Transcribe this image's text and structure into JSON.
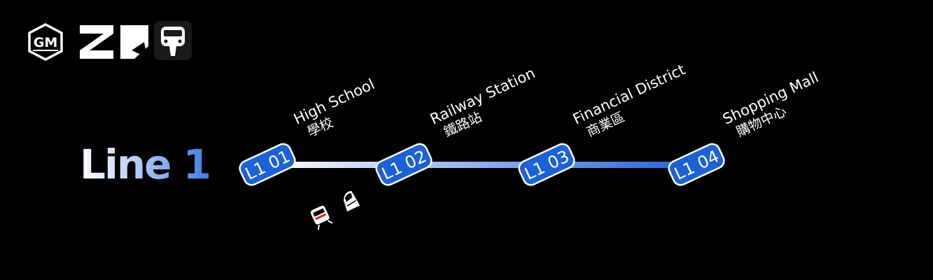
{
  "line": {
    "title": "Line 1",
    "color": "#1c61d6",
    "track_gradient": [
      "#ffffff",
      "#1f5fd9"
    ]
  },
  "operator_logos": [
    "gm-hexagon-logo",
    "zigzag-logo",
    "train-icon"
  ],
  "stations": [
    {
      "code": "L1 01",
      "name_en": "High School",
      "name_zh": "學校",
      "transfers": [
        "metro-train-icon",
        "high-speed-rail-icon"
      ]
    },
    {
      "code": "L1 02",
      "name_en": "Railway Station",
      "name_zh": "鐵路站",
      "transfers": []
    },
    {
      "code": "L1 03",
      "name_en": "Financial District",
      "name_zh": "商業區",
      "transfers": []
    },
    {
      "code": "L1 04",
      "name_en": "Shopping Mall",
      "name_zh": "購物中心",
      "transfers": []
    }
  ]
}
